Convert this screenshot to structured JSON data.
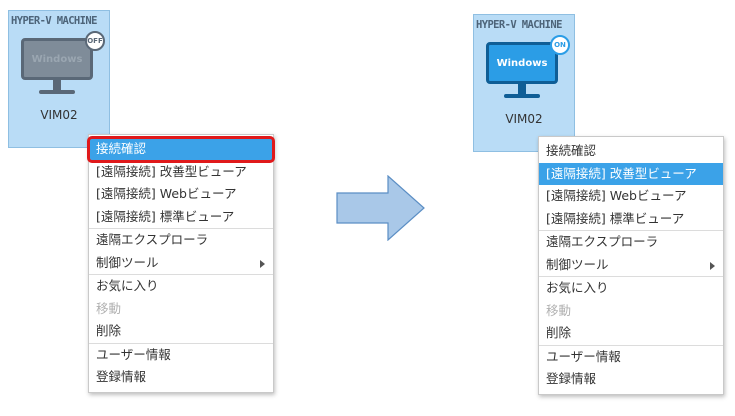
{
  "left_panel": {
    "tile": {
      "title": "HYPER-V MACHINE",
      "screen_text": "Windows",
      "status": "OFF",
      "name": "VIM02"
    },
    "menu": {
      "items": [
        {
          "label": "接続確認"
        },
        {
          "label": "[遠隔接続] 改善型ビューア"
        },
        {
          "label": "[遠隔接続] Webビューア"
        },
        {
          "label": "[遠隔接続] 標準ビューア"
        },
        {
          "label": "遠隔エクスプローラ"
        },
        {
          "label": "制御ツール"
        },
        {
          "label": "お気に入り"
        },
        {
          "label": "移動"
        },
        {
          "label": "削除"
        },
        {
          "label": "ユーザー情報"
        },
        {
          "label": "登録情報"
        }
      ]
    }
  },
  "right_panel": {
    "tile": {
      "title": "HYPER-V MACHINE",
      "screen_text": "Windows",
      "status": "ON",
      "name": "VIM02"
    },
    "menu": {
      "items": [
        {
          "label": "接続確認"
        },
        {
          "label": "[遠隔接続] 改善型ビューア"
        },
        {
          "label": "[遠隔接続] Webビューア"
        },
        {
          "label": "[遠隔接続] 標準ビューア"
        },
        {
          "label": "遠隔エクスプローラ"
        },
        {
          "label": "制御ツール"
        },
        {
          "label": "お気に入り"
        },
        {
          "label": "移動"
        },
        {
          "label": "削除"
        },
        {
          "label": "ユーザー情報"
        },
        {
          "label": "登録情報"
        }
      ]
    }
  },
  "colors": {
    "highlight": "#3ba2e8",
    "focus_outline": "#e0191b",
    "arrow_fill": "#a9c8e8",
    "arrow_stroke": "#5b8ec4"
  }
}
